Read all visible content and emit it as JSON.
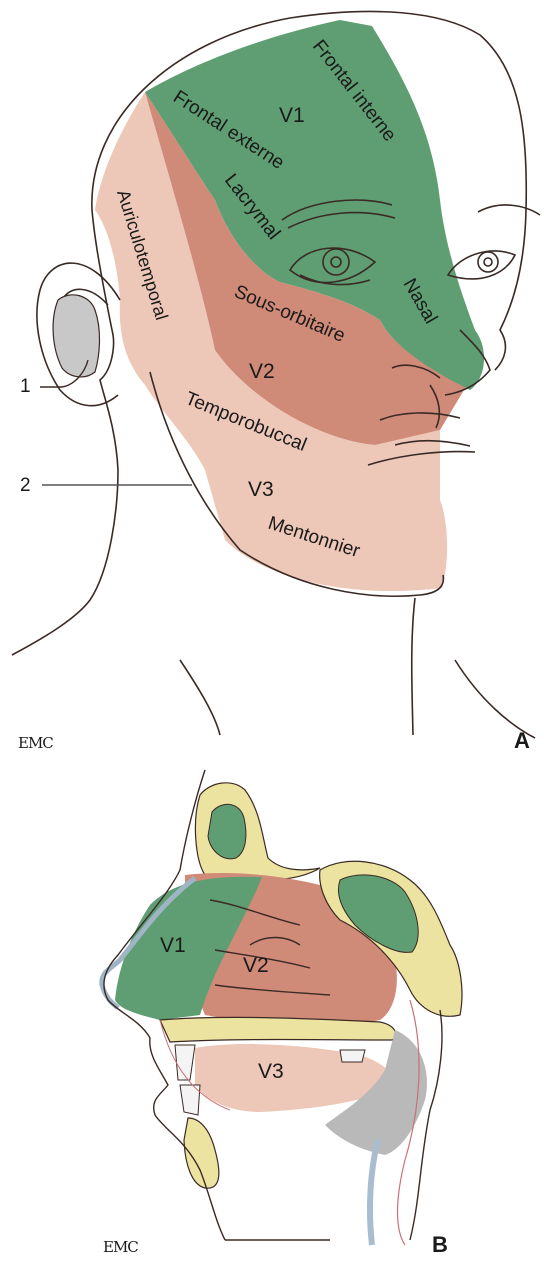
{
  "panel_a": {
    "letter": "A",
    "logo": "EMC",
    "labels": {
      "frontal_interne": "Frontal interne",
      "v1": "V1",
      "frontal_externe": "Frontal externe",
      "lacrymal": "Lacrymal",
      "auriculotemporal": "Auriculotemporal",
      "nasal": "Nasal",
      "sous_orbitaire": "Sous-orbitaire",
      "v2": "V2",
      "temporobuccal": "Temporobuccal",
      "v3": "V3",
      "mentonnier": "Mentonnier",
      "callout_1": "1",
      "callout_2": "2"
    }
  },
  "panel_b": {
    "letter": "B",
    "logo": "EMC",
    "labels": {
      "v1": "V1",
      "v2": "V2",
      "v3": "V3"
    }
  },
  "colors": {
    "v1_green": "#5f9e72",
    "v2_salmon": "#d08a78",
    "v3_peach": "#edc7b7",
    "ear_grey": "#c8c8c8",
    "bone_yellow": "#ece3a0",
    "outline": "#3a2a25"
  }
}
